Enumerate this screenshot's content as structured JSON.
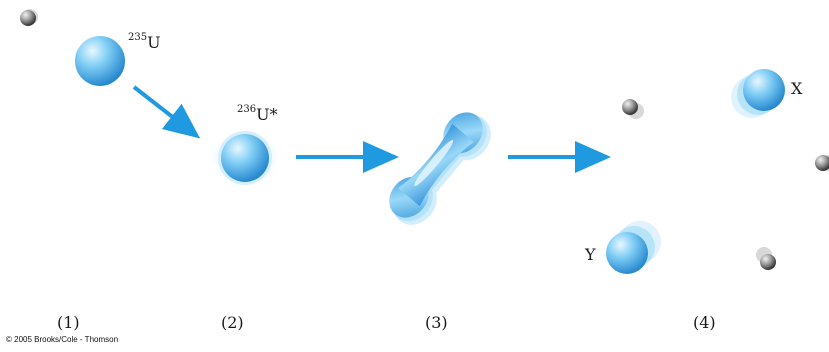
{
  "stages": [
    {
      "label": "(1)"
    },
    {
      "label": "(2)"
    },
    {
      "label": "(3)"
    },
    {
      "label": "(4)"
    }
  ],
  "nuclei": {
    "u235": {
      "mass": "235",
      "symbol": "U"
    },
    "u236": {
      "mass": "236",
      "symbol": "U*"
    },
    "fragment_x": "X",
    "fragment_y": "Y"
  },
  "copyright": "© 2005 Brooks/Cole - Thomson",
  "colors": {
    "nucleus_light": "#d8f0ff",
    "nucleus_mid": "#6cc3f0",
    "nucleus_dark": "#2a8ad0",
    "arrow": "#1f9ae0",
    "neutron_light": "#e6e6e6",
    "neutron_dark": "#4a4a4a"
  }
}
